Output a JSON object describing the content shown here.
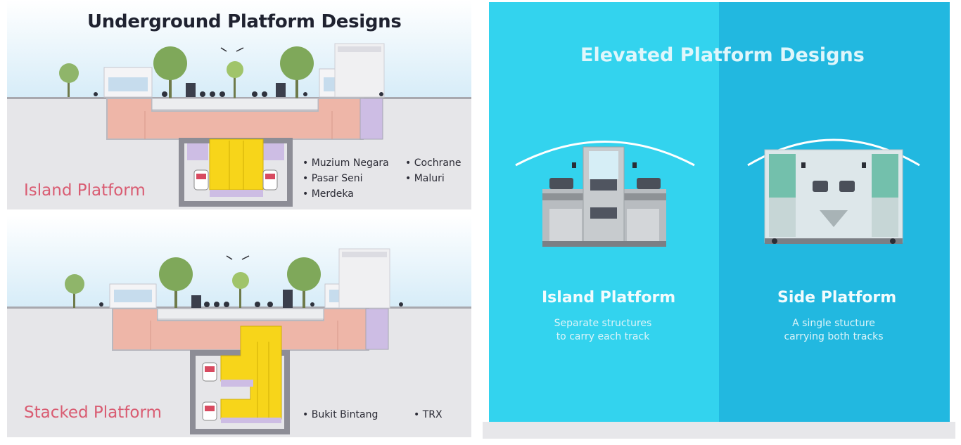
{
  "underground": {
    "title": "Underground Platform Designs",
    "island": {
      "name": "Island Platform",
      "stations": [
        "Muzium Negara",
        "Pasar Seni",
        "Merdeka",
        "Cochrane",
        "Maluri"
      ]
    },
    "stacked": {
      "name": "Stacked Platform",
      "stations": [
        "Bukit Bintang",
        "TRX"
      ]
    }
  },
  "elevated": {
    "title": "Elevated Platform Designs",
    "island": {
      "name": "Island Platform",
      "desc_line1": "Separate structures",
      "desc_line2": "to carry each track"
    },
    "side": {
      "name": "Side Platform",
      "desc_line1": "A single stucture",
      "desc_line2": "carrying both tracks"
    }
  },
  "colors": {
    "concourse": "#eeb6a8",
    "platform_yellow": "#f7d51a",
    "shaft": "#cdbde4",
    "sky": "#d9edf8",
    "elevated_left": "#33d3ee",
    "elevated_right": "#22b8e0"
  }
}
